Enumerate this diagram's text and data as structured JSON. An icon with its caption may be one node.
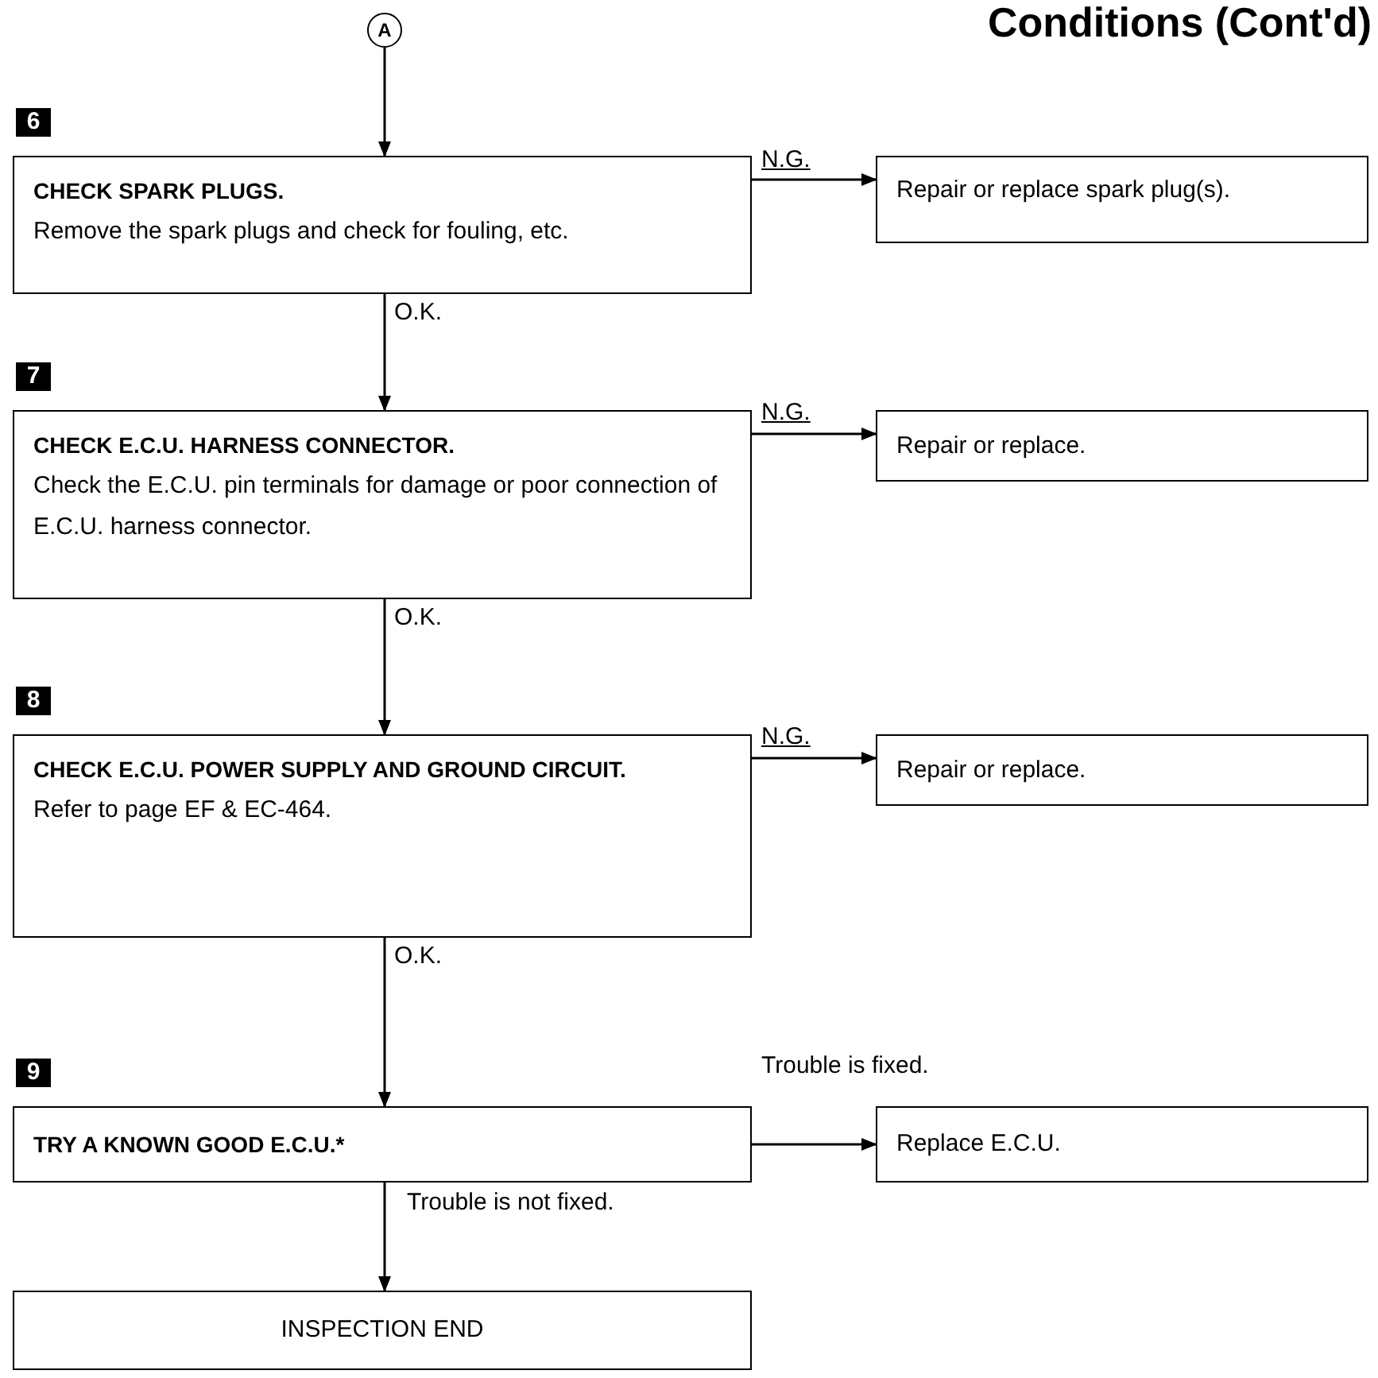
{
  "diagram": {
    "title": "Conditions (Cont'd)",
    "nodes": [
      {
        "text": [
          "A"
        ]
      },
      {
        "text": [
          "CHECK SPARK PLUGS.",
          "Remove the spark plugs and check for fouling, etc."
        ],
        "beside": [
          "6"
        ]
      },
      {
        "text": [
          "Repair or replace spark plug(s)."
        ]
      },
      {
        "text": [
          "CHECK E.C.U. HARNESS CONNECTOR.",
          "Check the E.C.U. pin terminals for damage or poor connection of E.C.U. harness connector."
        ],
        "beside": [
          "7"
        ]
      },
      {
        "text": [
          "Repair or replace."
        ]
      },
      {
        "text": [
          "CHECK E.C.U. POWER SUPPLY AND GROUND CIRCUIT.",
          "Refer to page EF & EC-464."
        ],
        "beside": [
          "8"
        ]
      },
      {
        "text": [
          "Repair or replace."
        ]
      },
      {
        "text": [
          "TRY A KNOWN GOOD E.C.U.*"
        ],
        "beside": [
          "9"
        ]
      },
      {
        "text": [
          "Replace E.C.U."
        ]
      },
      {
        "text": [
          "INSPECTION END"
        ]
      }
    ],
    "edges": [
      {
        "from": 0,
        "to": 1,
        "arrow": "to"
      },
      {
        "from": 1,
        "to": 2,
        "arrow": "to",
        "label": "N.G."
      },
      {
        "from": 1,
        "to": 3,
        "arrow": "to",
        "label": "O.K."
      },
      {
        "from": 3,
        "to": 4,
        "arrow": "to",
        "label": "N.G."
      },
      {
        "from": 3,
        "to": 5,
        "arrow": "to",
        "label": "O.K."
      },
      {
        "from": 5,
        "to": 6,
        "arrow": "to",
        "label": "N.G."
      },
      {
        "from": 5,
        "to": 7,
        "arrow": "to",
        "label": "O.K."
      },
      {
        "from": 7,
        "to": 8,
        "arrow": "to",
        "label": "Trouble is fixed."
      },
      {
        "from": 7,
        "to": 9,
        "arrow": "to",
        "label": "Trouble is not fixed."
      }
    ]
  }
}
